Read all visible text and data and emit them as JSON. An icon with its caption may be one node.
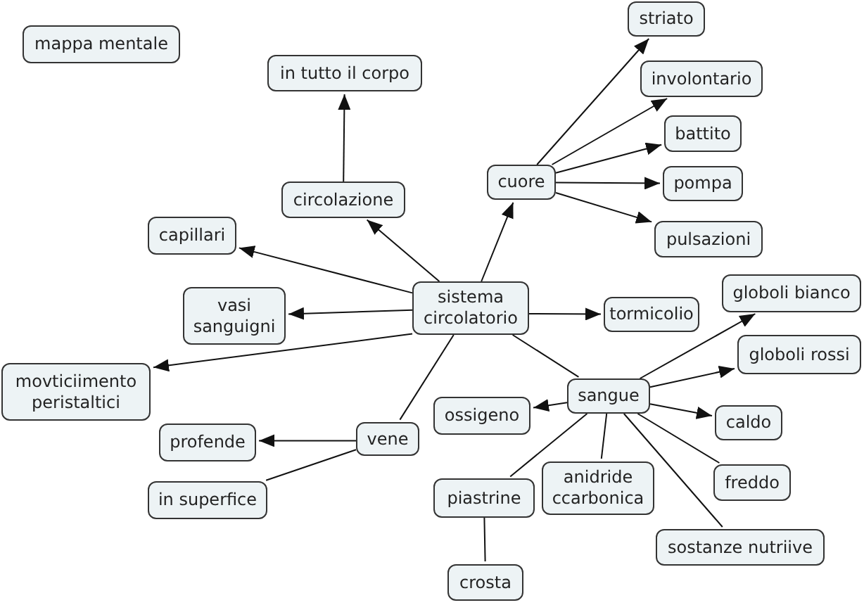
{
  "diagram": {
    "nodes": [
      {
        "text": [
          "mappa mentale"
        ]
      },
      {
        "text": [
          "in tutto il corpo"
        ]
      },
      {
        "text": [
          "circolazione"
        ]
      },
      {
        "text": [
          "capillari"
        ]
      },
      {
        "text": [
          "sistema circolatorio"
        ]
      },
      {
        "text": [
          "vasi sanguigni"
        ]
      },
      {
        "text": [
          "movticiimento peristaltici"
        ]
      },
      {
        "text": [
          "vene"
        ]
      },
      {
        "text": [
          "profende"
        ]
      },
      {
        "text": [
          "in superfice"
        ]
      },
      {
        "text": [
          "cuore"
        ]
      },
      {
        "text": [
          "striato"
        ]
      },
      {
        "text": [
          "involontario"
        ]
      },
      {
        "text": [
          "battito"
        ]
      },
      {
        "text": [
          "pompa"
        ]
      },
      {
        "text": [
          "pulsazioni"
        ]
      },
      {
        "text": [
          "tormicolio"
        ]
      },
      {
        "text": [
          "globoli bianco"
        ]
      },
      {
        "text": [
          "globoli rossi"
        ]
      },
      {
        "text": [
          "sangue"
        ]
      },
      {
        "text": [
          "ossigeno"
        ]
      },
      {
        "text": [
          "caldo"
        ]
      },
      {
        "text": [
          "freddo"
        ]
      },
      {
        "text": [
          "piastrine"
        ]
      },
      {
        "text": [
          "anidride ccarbonica"
        ]
      },
      {
        "text": [
          "sostanze nutriive"
        ]
      },
      {
        "text": [
          "crosta"
        ]
      }
    ],
    "edges": [
      {
        "from": 4,
        "to": 2,
        "arrow": "to"
      },
      {
        "from": 2,
        "to": 1,
        "arrow": "to"
      },
      {
        "from": 4,
        "to": 3,
        "arrow": "to"
      },
      {
        "from": 4,
        "to": 5,
        "arrow": "to"
      },
      {
        "from": 4,
        "to": 6,
        "arrow": "to"
      },
      {
        "from": 4,
        "to": 7,
        "arrow": "none"
      },
      {
        "from": 7,
        "to": 8,
        "arrow": "to"
      },
      {
        "from": 7,
        "to": 9,
        "arrow": "none"
      },
      {
        "from": 4,
        "to": 10,
        "arrow": "to"
      },
      {
        "from": 10,
        "to": 11,
        "arrow": "to"
      },
      {
        "from": 10,
        "to": 12,
        "arrow": "to"
      },
      {
        "from": 10,
        "to": 13,
        "arrow": "to"
      },
      {
        "from": 10,
        "to": 14,
        "arrow": "to"
      },
      {
        "from": 10,
        "to": 15,
        "arrow": "to"
      },
      {
        "from": 4,
        "to": 16,
        "arrow": "to"
      },
      {
        "from": 4,
        "to": 19,
        "arrow": "none"
      },
      {
        "from": 19,
        "to": 17,
        "arrow": "to"
      },
      {
        "from": 19,
        "to": 18,
        "arrow": "to"
      },
      {
        "from": 19,
        "to": 21,
        "arrow": "to"
      },
      {
        "from": 19,
        "to": 22,
        "arrow": "none"
      },
      {
        "from": 19,
        "to": 25,
        "arrow": "none"
      },
      {
        "from": 19,
        "to": 24,
        "arrow": "none"
      },
      {
        "from": 19,
        "to": 23,
        "arrow": "none"
      },
      {
        "from": 19,
        "to": 20,
        "arrow": "to"
      },
      {
        "from": 23,
        "to": 26,
        "arrow": "none"
      }
    ]
  }
}
